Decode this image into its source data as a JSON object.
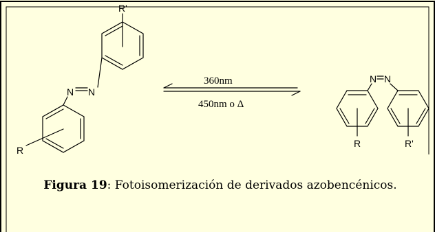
{
  "reactant": {
    "substituent_top": "R'",
    "substituent_bottom": "R",
    "azo_n1": "N",
    "azo_n2": "N"
  },
  "reaction": {
    "forward_condition": "360nm",
    "reverse_condition": "450nm o Δ"
  },
  "product": {
    "azo_n1": "N",
    "azo_n2": "N",
    "substituent_left": "R",
    "substituent_right": "R'"
  },
  "caption": {
    "label": "Figura 19",
    "separator": ":",
    "text": " Fotoisomerización de derivados azobencénicos."
  },
  "colors": {
    "background": "#ffffe0",
    "border": "#000000",
    "ink": "#000000"
  }
}
